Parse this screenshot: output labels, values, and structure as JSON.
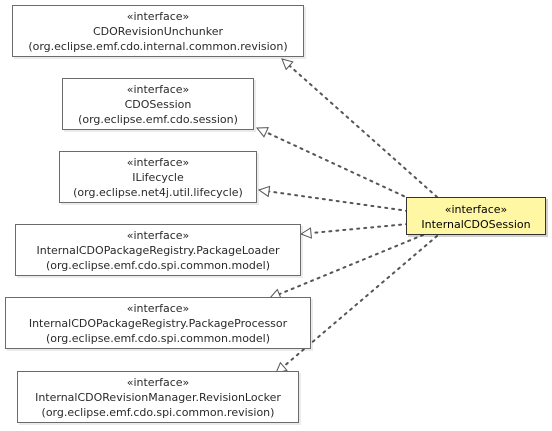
{
  "stereotype": "«interface»",
  "focus": {
    "stereotype": "«interface»",
    "title": "InternalCDOSession"
  },
  "interfaces": [
    {
      "stereotype": "«interface»",
      "title": "CDORevisionUnchunker",
      "package": "(org.eclipse.emf.cdo.internal.common.revision)"
    },
    {
      "stereotype": "«interface»",
      "title": "CDOSession",
      "package": "(org.eclipse.emf.cdo.session)"
    },
    {
      "stereotype": "«interface»",
      "title": "ILifecycle",
      "package": "(org.eclipse.net4j.util.lifecycle)"
    },
    {
      "stereotype": "«interface»",
      "title": "InternalCDOPackageRegistry.PackageLoader",
      "package": "(org.eclipse.emf.cdo.spi.common.model)"
    },
    {
      "stereotype": "«interface»",
      "title": "InternalCDOPackageRegistry.PackageProcessor",
      "package": "(org.eclipse.emf.cdo.spi.common.model)"
    },
    {
      "stereotype": "«interface»",
      "title": "InternalCDORevisionManager.RevisionLocker",
      "package": "(org.eclipse.emf.cdo.spi.common.revision)"
    }
  ],
  "colors": {
    "focus_fill": "#fff7a3",
    "edge": "#555555",
    "border": "#6b6b6b"
  }
}
